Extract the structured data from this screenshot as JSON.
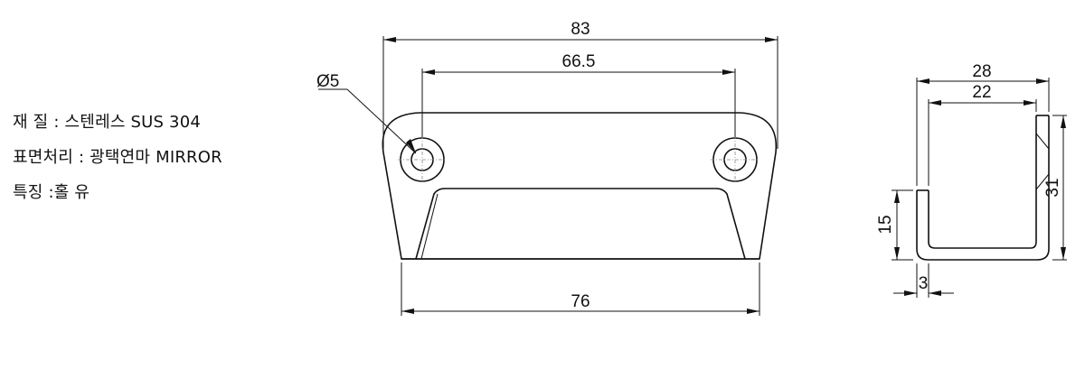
{
  "specs": {
    "material": "재 질 : 스텐레스 SUS 304",
    "finish": "표면처리 : 광택연마 MIRROR",
    "feature": "특징 :홀 유"
  },
  "front_view": {
    "overall_width": "83",
    "hole_pitch": "66.5",
    "hole_diameter": "Ø5",
    "bottom_width": "76"
  },
  "side_view": {
    "outer_width": "28",
    "inner_width": "22",
    "height": "31",
    "short_leg": "15",
    "thickness": "3"
  }
}
